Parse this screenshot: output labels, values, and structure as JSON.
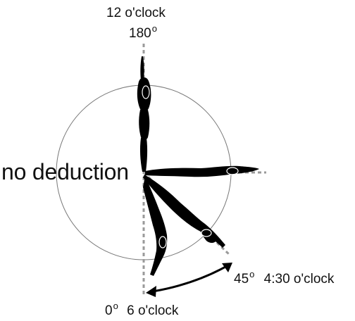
{
  "labels": {
    "top_clock": "12 o'clock",
    "top_degree_value": "180",
    "degree_mark": "o",
    "center_text": "no deduction",
    "bottom_degree_value": "0",
    "bottom_clock": "6 o'clock",
    "right_degree_value": "45",
    "right_clock": "4:30 o'clock"
  },
  "positions": {
    "top": "12 o'clock",
    "right": "3 o'clock",
    "lower_right": "4:30 o'clock",
    "bottom": "6 o'clock"
  },
  "colors": {
    "figure": "#000000",
    "guide_dash": "#9a9a9a",
    "circle": "#777777",
    "text": "#111111"
  }
}
